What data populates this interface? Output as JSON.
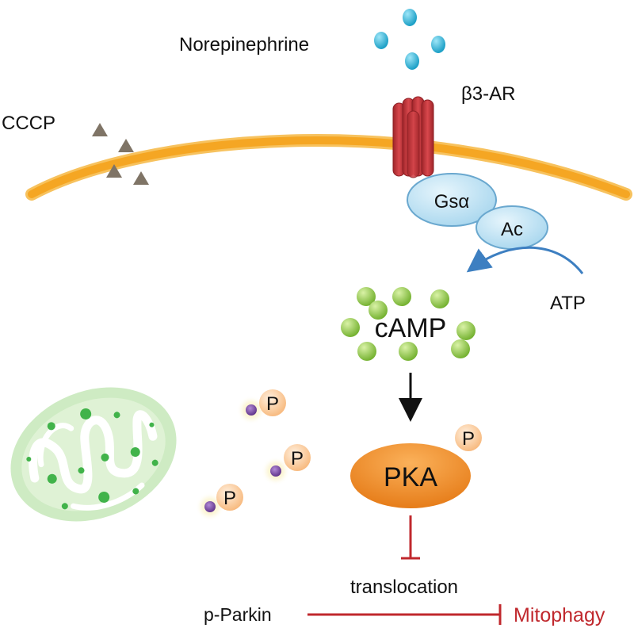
{
  "labels": {
    "norepinephrine": "Norepinephrine",
    "receptor": "β3-AR",
    "cccp": "CCCP",
    "gs_alpha": "Gsα",
    "ac": "Ac",
    "atp": "ATP",
    "camp": "cAMP",
    "pka": "PKA",
    "phospho": "P",
    "translocation": "translocation",
    "p_parkin": "p-Parkin",
    "mitophagy": "Mitophagy"
  },
  "colors": {
    "membrane": "#f5a623",
    "membrane_edge": "#f7c25e",
    "receptor": "#c2393e",
    "receptor_edge": "#8c1f24",
    "norepinephrine": "#29b3d6",
    "cccp": "#7f7466",
    "gs_ac_fill": "#bfe3f3",
    "gs_ac_edge": "#6aa8cf",
    "atp_arrow": "#3d7fc1",
    "camp": "#8cc63f",
    "pka": "#ef8a1c",
    "phospho": "#fbcf9f",
    "parkin_dot": "#7a4fa0",
    "mitochondrion": "#c6e7b9",
    "mito_dot": "#41b34a",
    "inhibit": "#c0282d",
    "mitophagy_text": "#c0282d"
  },
  "icons": {
    "cccp_mark": "triangle-icon",
    "norepinephrine_mark": "droplet-icon",
    "camp_mark": "sphere-icon",
    "mitochondrion": "mitochondrion-icon"
  }
}
